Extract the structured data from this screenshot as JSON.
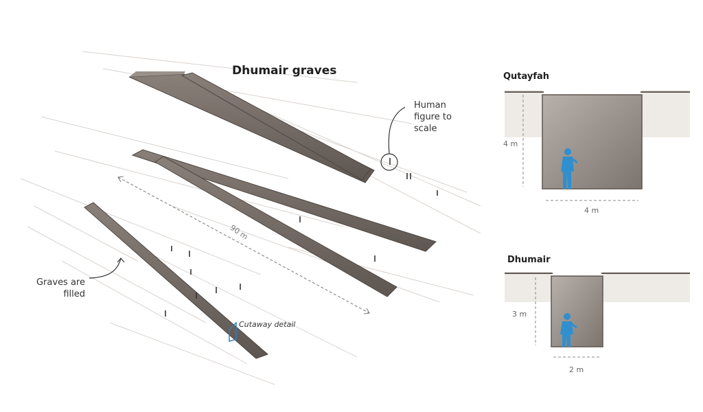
{
  "title": "Dhumair graves",
  "annotations": {
    "human_scale": [
      "Human",
      "figure to",
      "scale"
    ],
    "graves_filled": [
      "Graves are",
      "filled"
    ],
    "cutaway": "Cutaway detail",
    "trench_length": "90 m"
  },
  "sections": {
    "qutayfah": {
      "title": "Qutayfah",
      "depth": "4 m",
      "width": "4 m"
    },
    "dhumair": {
      "title": "Dhumair",
      "depth": "3 m",
      "width": "2 m"
    }
  },
  "colors": {
    "figure": "#2f8fcf",
    "cutaway_marker": "#2f7fc1",
    "trench_wall": "#6f6560",
    "ground": "#d9d3cc"
  }
}
